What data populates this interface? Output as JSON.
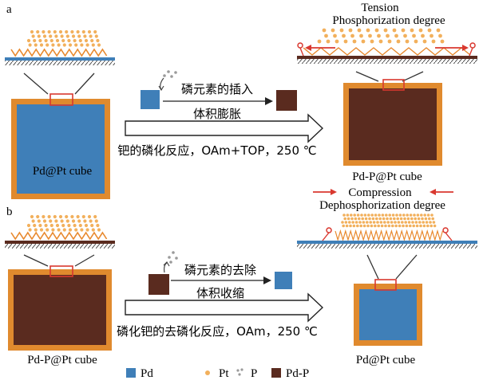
{
  "panel_a": {
    "label": "a",
    "left_caption": "Pd@Pt cube",
    "right_caption": "Pd-P@Pt cube",
    "strain_label": "Tension",
    "process_label": "Phosphorization degree",
    "arrow_top_line1": "磷元素的插入",
    "arrow_top_line2": "体积膨胀",
    "arrow_bottom": "钯的磷化反应，OAm+TOP，250 ℃"
  },
  "panel_b": {
    "label": "b",
    "left_caption": "Pd-P@Pt cube",
    "right_caption": "Pd@Pt cube",
    "strain_label": "Compression",
    "process_label": "Dephosphorization degree",
    "arrow_top_line1": "磷元素的去除",
    "arrow_top_line2": "体积收缩",
    "arrow_bottom": "磷化钯的去磷化反应，OAm，250 ℃"
  },
  "legend": [
    {
      "label": "Pd",
      "color": "#3f7fb8",
      "shape": "square"
    },
    {
      "label": "Pt",
      "color": "#f2b05c",
      "shape": "dot"
    },
    {
      "label": "P",
      "color": "#9a9a9a",
      "shape": "dots"
    },
    {
      "label": "Pd-P",
      "color": "#5a2b1f",
      "shape": "square"
    }
  ],
  "colors": {
    "pd": "#3f7fb8",
    "pdp": "#5a2b1f",
    "pt_shell": "#e08a2e",
    "pt_atom": "#f2b05c",
    "zigzag": "#e8892e",
    "highlight": "#d9382f",
    "arrow_red": "#d9382f",
    "base_blue": "#3f7fb8",
    "base_brown": "#5a2b1f"
  }
}
